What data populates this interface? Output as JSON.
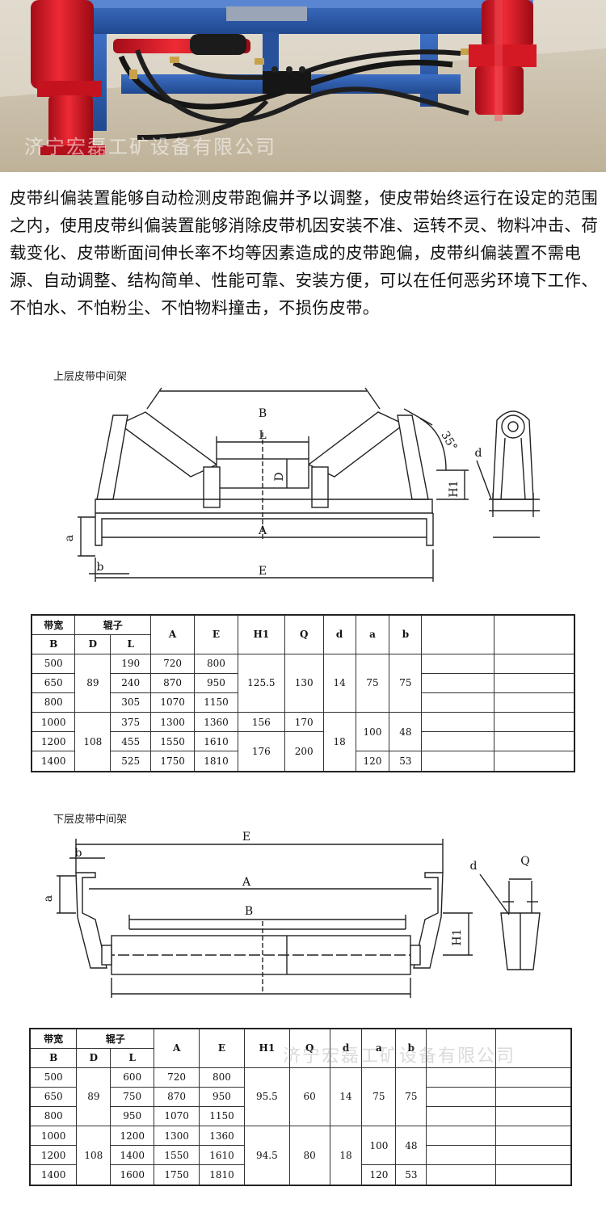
{
  "photo": {
    "watermark": "济宁宏磊工矿设备有限公司",
    "colors": {
      "frame": "#2c5cb0",
      "cylinder": "#e01d2a",
      "hose": "#1b1b1b",
      "ground": "#cbbfa6"
    }
  },
  "description": "皮带纠偏装置能够自动检测皮带跑偏并予以调整，使皮带始终运行在设定的范围之内，使用皮带纠偏装置能够消除皮带机因安装不准、运转不灵、物料冲击、荷载变化、皮带断面间伸长率不均等因素造成的皮带跑偏，皮带纠偏装置不需电源、自动调整、结构简单、性能可靠、安装方便，可以在任何恶劣环境下工作、不怕水、不怕粉尘、不怕物料撞击，不损伤皮带。",
  "upper": {
    "title": "上层皮带中间架",
    "drawing_labels": {
      "B": "B",
      "L": "L",
      "D": "D",
      "A": "A",
      "E": "E",
      "H1": "H1",
      "a": "a",
      "b": "b",
      "d": "d",
      "angle": "35°"
    },
    "table": {
      "headers": {
        "band_width": "带宽",
        "roller": "辊子",
        "band_B": "B",
        "D": "D",
        "L": "L",
        "A": "A",
        "E": "E",
        "H1": "H1",
        "Q": "Q",
        "d": "d",
        "a": "a",
        "b": "b"
      },
      "rows": [
        {
          "B": "500",
          "L": "190",
          "A": "720",
          "E": "800"
        },
        {
          "B": "650",
          "L": "240",
          "A": "870",
          "E": "950"
        },
        {
          "B": "800",
          "L": "305",
          "A": "1070",
          "E": "1150"
        },
        {
          "B": "1000",
          "L": "375",
          "A": "1300",
          "E": "1360"
        },
        {
          "B": "1200",
          "L": "455",
          "A": "1550",
          "E": "1610"
        },
        {
          "B": "1400",
          "L": "525",
          "A": "1750",
          "E": "1810"
        }
      ],
      "merged": {
        "D_small": "89",
        "D_large": "108",
        "H1_1": "125.5",
        "H1_2": "156",
        "H1_3": "176",
        "Q_1": "130",
        "Q_2": "170",
        "Q_3": "200",
        "d_1": "14",
        "d_2": "18",
        "a_1": "75",
        "a_2": "100",
        "a_3": "120",
        "b_1": "75",
        "b_2": "48",
        "b_3": "53"
      }
    }
  },
  "lower": {
    "title": "下层皮带中间架",
    "drawing_labels": {
      "E": "E",
      "A": "A",
      "B": "B",
      "H1": "H1",
      "a": "a",
      "b": "b",
      "d": "d",
      "Q": "Q"
    },
    "table": {
      "headers": {
        "band_width": "带宽",
        "roller": "辊子",
        "band_B": "B",
        "D": "D",
        "L": "L",
        "A": "A",
        "E": "E",
        "H1": "H1",
        "Q": "Q",
        "d": "d",
        "a": "a",
        "b": "b"
      },
      "rows": [
        {
          "B": "500",
          "L": "600",
          "A": "720",
          "E": "800"
        },
        {
          "B": "650",
          "L": "750",
          "A": "870",
          "E": "950"
        },
        {
          "B": "800",
          "L": "950",
          "A": "1070",
          "E": "1150"
        },
        {
          "B": "1000",
          "L": "1200",
          "A": "1300",
          "E": "1360"
        },
        {
          "B": "1200",
          "L": "1400",
          "A": "1550",
          "E": "1610"
        },
        {
          "B": "1400",
          "L": "1600",
          "A": "1750",
          "E": "1810"
        }
      ],
      "merged": {
        "D_small": "89",
        "D_large": "108",
        "H1_1": "95.5",
        "H1_2": "94.5",
        "Q_1": "60",
        "Q_2": "80",
        "d_1": "14",
        "d_2": "18",
        "a_1": "75",
        "a_2": "100",
        "a_3": "120",
        "b_1": "75",
        "b_2": "48",
        "b_3": "53"
      },
      "watermark": "济宁宏磊工矿设备有限公司"
    }
  }
}
